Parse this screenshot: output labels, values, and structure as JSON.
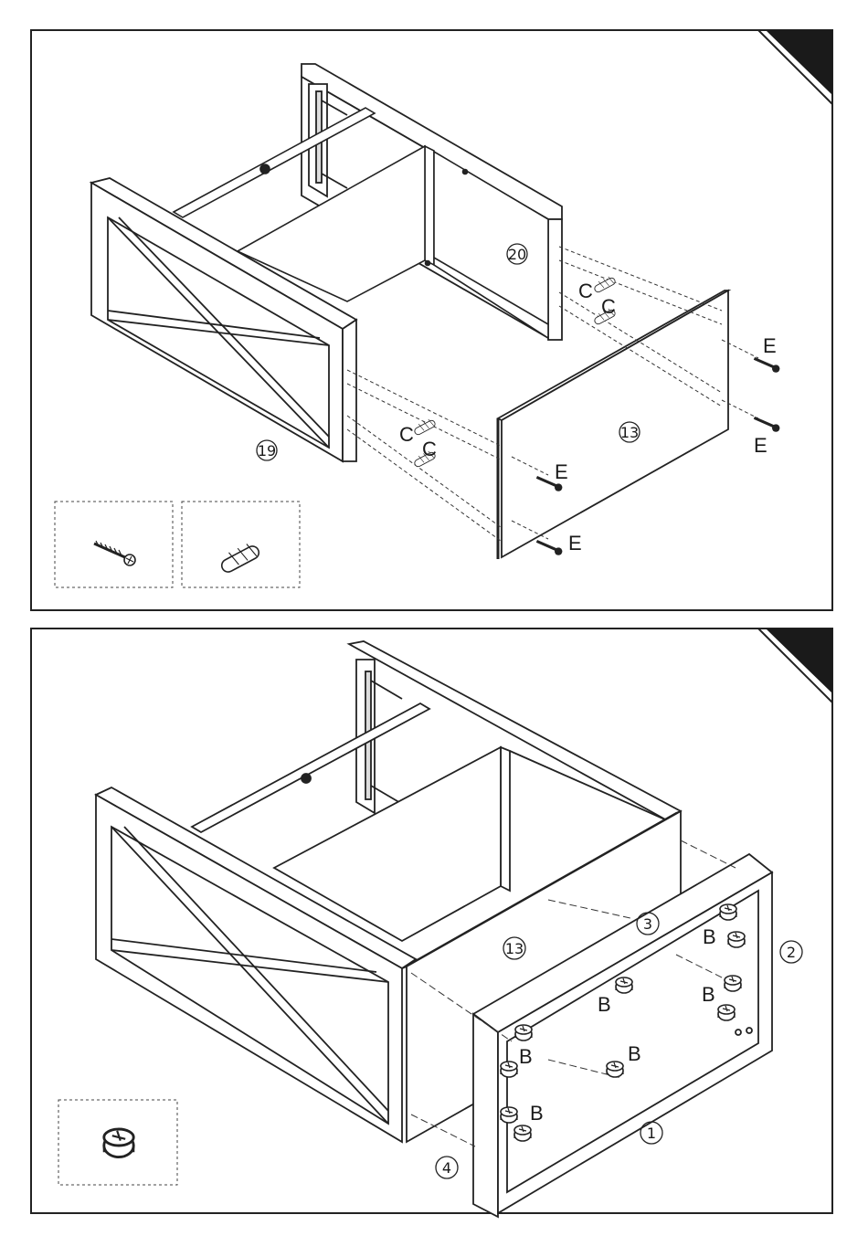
{
  "step1": {
    "part_labels": {
      "p20": "20",
      "p19": "19",
      "p13": "13"
    },
    "hardware_labels": {
      "c1": "C",
      "c2": "C",
      "c3": "C",
      "c4": "C",
      "e1": "E",
      "e2": "E",
      "e3": "E",
      "e4": "E"
    }
  },
  "step2": {
    "part_labels": {
      "p13": "13",
      "p3": "3",
      "p2": "2",
      "p1": "1",
      "p4": "4"
    },
    "hardware_labels": {
      "b1": "B",
      "b2": "B",
      "b3": "B",
      "b4": "B",
      "b5": "B",
      "b6": "B"
    }
  }
}
